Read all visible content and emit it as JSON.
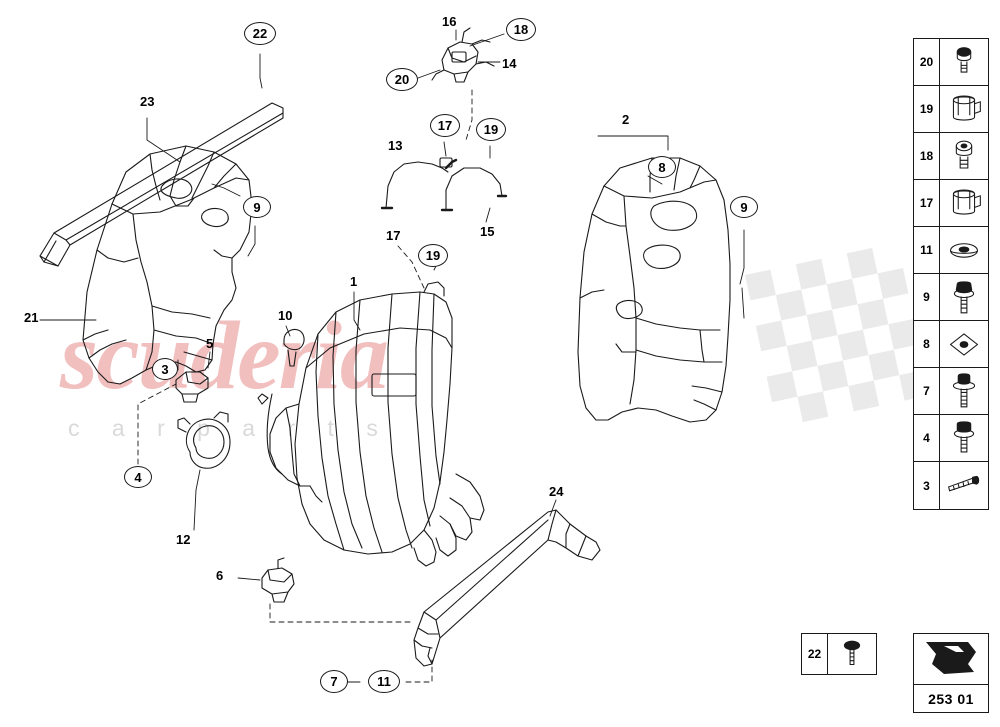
{
  "diagram": {
    "title": "253 01",
    "part_number": "253 01",
    "watermark_main": "scuderia",
    "watermark_sub": "c a r   p a r t s",
    "accent_color": "#f0b4b4",
    "line_color": "#1a1a1a"
  },
  "callouts": [
    {
      "id": "c22",
      "label": "22",
      "shape": "circle"
    },
    {
      "id": "c23",
      "label": "23",
      "shape": "plain"
    },
    {
      "id": "c9a",
      "label": "9",
      "shape": "circle"
    },
    {
      "id": "c21",
      "label": "21",
      "shape": "plain"
    },
    {
      "id": "c3",
      "label": "3",
      "shape": "circle"
    },
    {
      "id": "c5",
      "label": "5",
      "shape": "plain"
    },
    {
      "id": "c4",
      "label": "4",
      "shape": "circle"
    },
    {
      "id": "c12",
      "label": "12",
      "shape": "plain"
    },
    {
      "id": "c10",
      "label": "10",
      "shape": "plain"
    },
    {
      "id": "c1",
      "label": "1",
      "shape": "plain"
    },
    {
      "id": "c6",
      "label": "6",
      "shape": "plain"
    },
    {
      "id": "c7",
      "label": "7",
      "shape": "circle"
    },
    {
      "id": "c11",
      "label": "11",
      "shape": "circle"
    },
    {
      "id": "c24",
      "label": "24",
      "shape": "plain"
    },
    {
      "id": "c16",
      "label": "16",
      "shape": "plain"
    },
    {
      "id": "c18",
      "label": "18",
      "shape": "circle"
    },
    {
      "id": "c20",
      "label": "20",
      "shape": "circle"
    },
    {
      "id": "c14",
      "label": "14",
      "shape": "plain"
    },
    {
      "id": "c17a",
      "label": "17",
      "shape": "circle"
    },
    {
      "id": "c19a",
      "label": "19",
      "shape": "circle"
    },
    {
      "id": "c13",
      "label": "13",
      "shape": "plain"
    },
    {
      "id": "c15",
      "label": "15",
      "shape": "plain"
    },
    {
      "id": "c17b",
      "label": "17",
      "shape": "plain"
    },
    {
      "id": "c19b",
      "label": "19",
      "shape": "circle"
    },
    {
      "id": "c2",
      "label": "2",
      "shape": "plain"
    },
    {
      "id": "c8",
      "label": "8",
      "shape": "circle"
    },
    {
      "id": "c9b",
      "label": "9",
      "shape": "circle"
    }
  ],
  "legend": {
    "rows": [
      {
        "num": "20",
        "icon": "cap-nut-icon"
      },
      {
        "num": "19",
        "icon": "clip-bracket-icon"
      },
      {
        "num": "18",
        "icon": "grommet-bolt-icon"
      },
      {
        "num": "17",
        "icon": "clip-bracket-icon"
      },
      {
        "num": "11",
        "icon": "washer-icon"
      },
      {
        "num": "9",
        "icon": "flange-bolt-icon"
      },
      {
        "num": "8",
        "icon": "square-plate-nut-icon"
      },
      {
        "num": "7",
        "icon": "stud-bolt-icon"
      },
      {
        "num": "4",
        "icon": "hex-bolt-icon"
      },
      {
        "num": "3",
        "icon": "long-screw-icon"
      }
    ]
  },
  "legend_secondary": {
    "rows": [
      {
        "num": "22",
        "icon": "rivet-pin-icon"
      }
    ]
  },
  "footer": {
    "arrow_icon": "direction-arrow-icon",
    "part_number": "253 01"
  }
}
